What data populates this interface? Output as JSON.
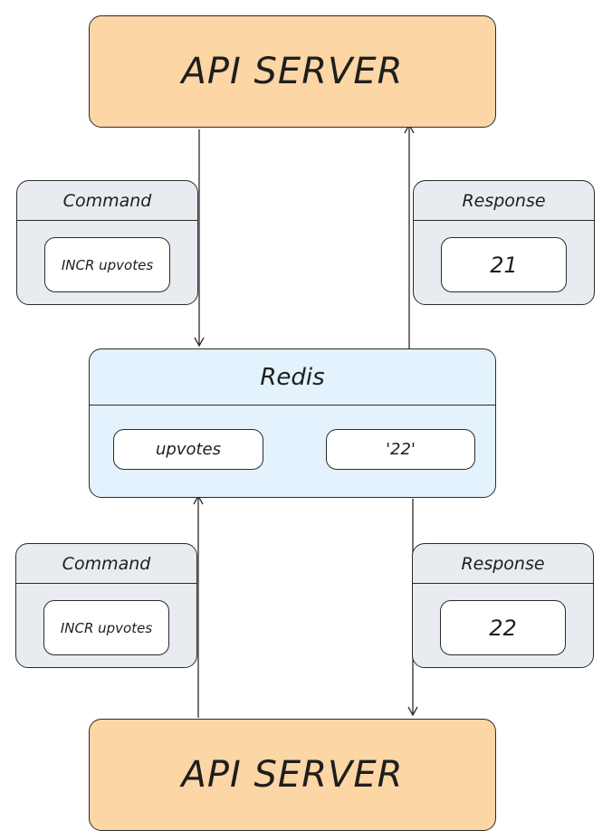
{
  "top_server": {
    "label": "API SERVER"
  },
  "bottom_server": {
    "label": "API SERVER"
  },
  "command_top": {
    "title": "Command",
    "value": "INCR upvotes"
  },
  "response_top": {
    "title": "Response",
    "value": "21"
  },
  "redis": {
    "title": "Redis",
    "key": "upvotes",
    "value": "'22'"
  },
  "command_bottom": {
    "title": "Command",
    "value": "INCR upvotes"
  },
  "response_bottom": {
    "title": "Response",
    "value": "22"
  },
  "colors": {
    "server_fill": "#fcd6a4",
    "panel_fill": "#e8ebef",
    "redis_fill": "#e4f2fd",
    "stroke": "#2b2b2b"
  }
}
